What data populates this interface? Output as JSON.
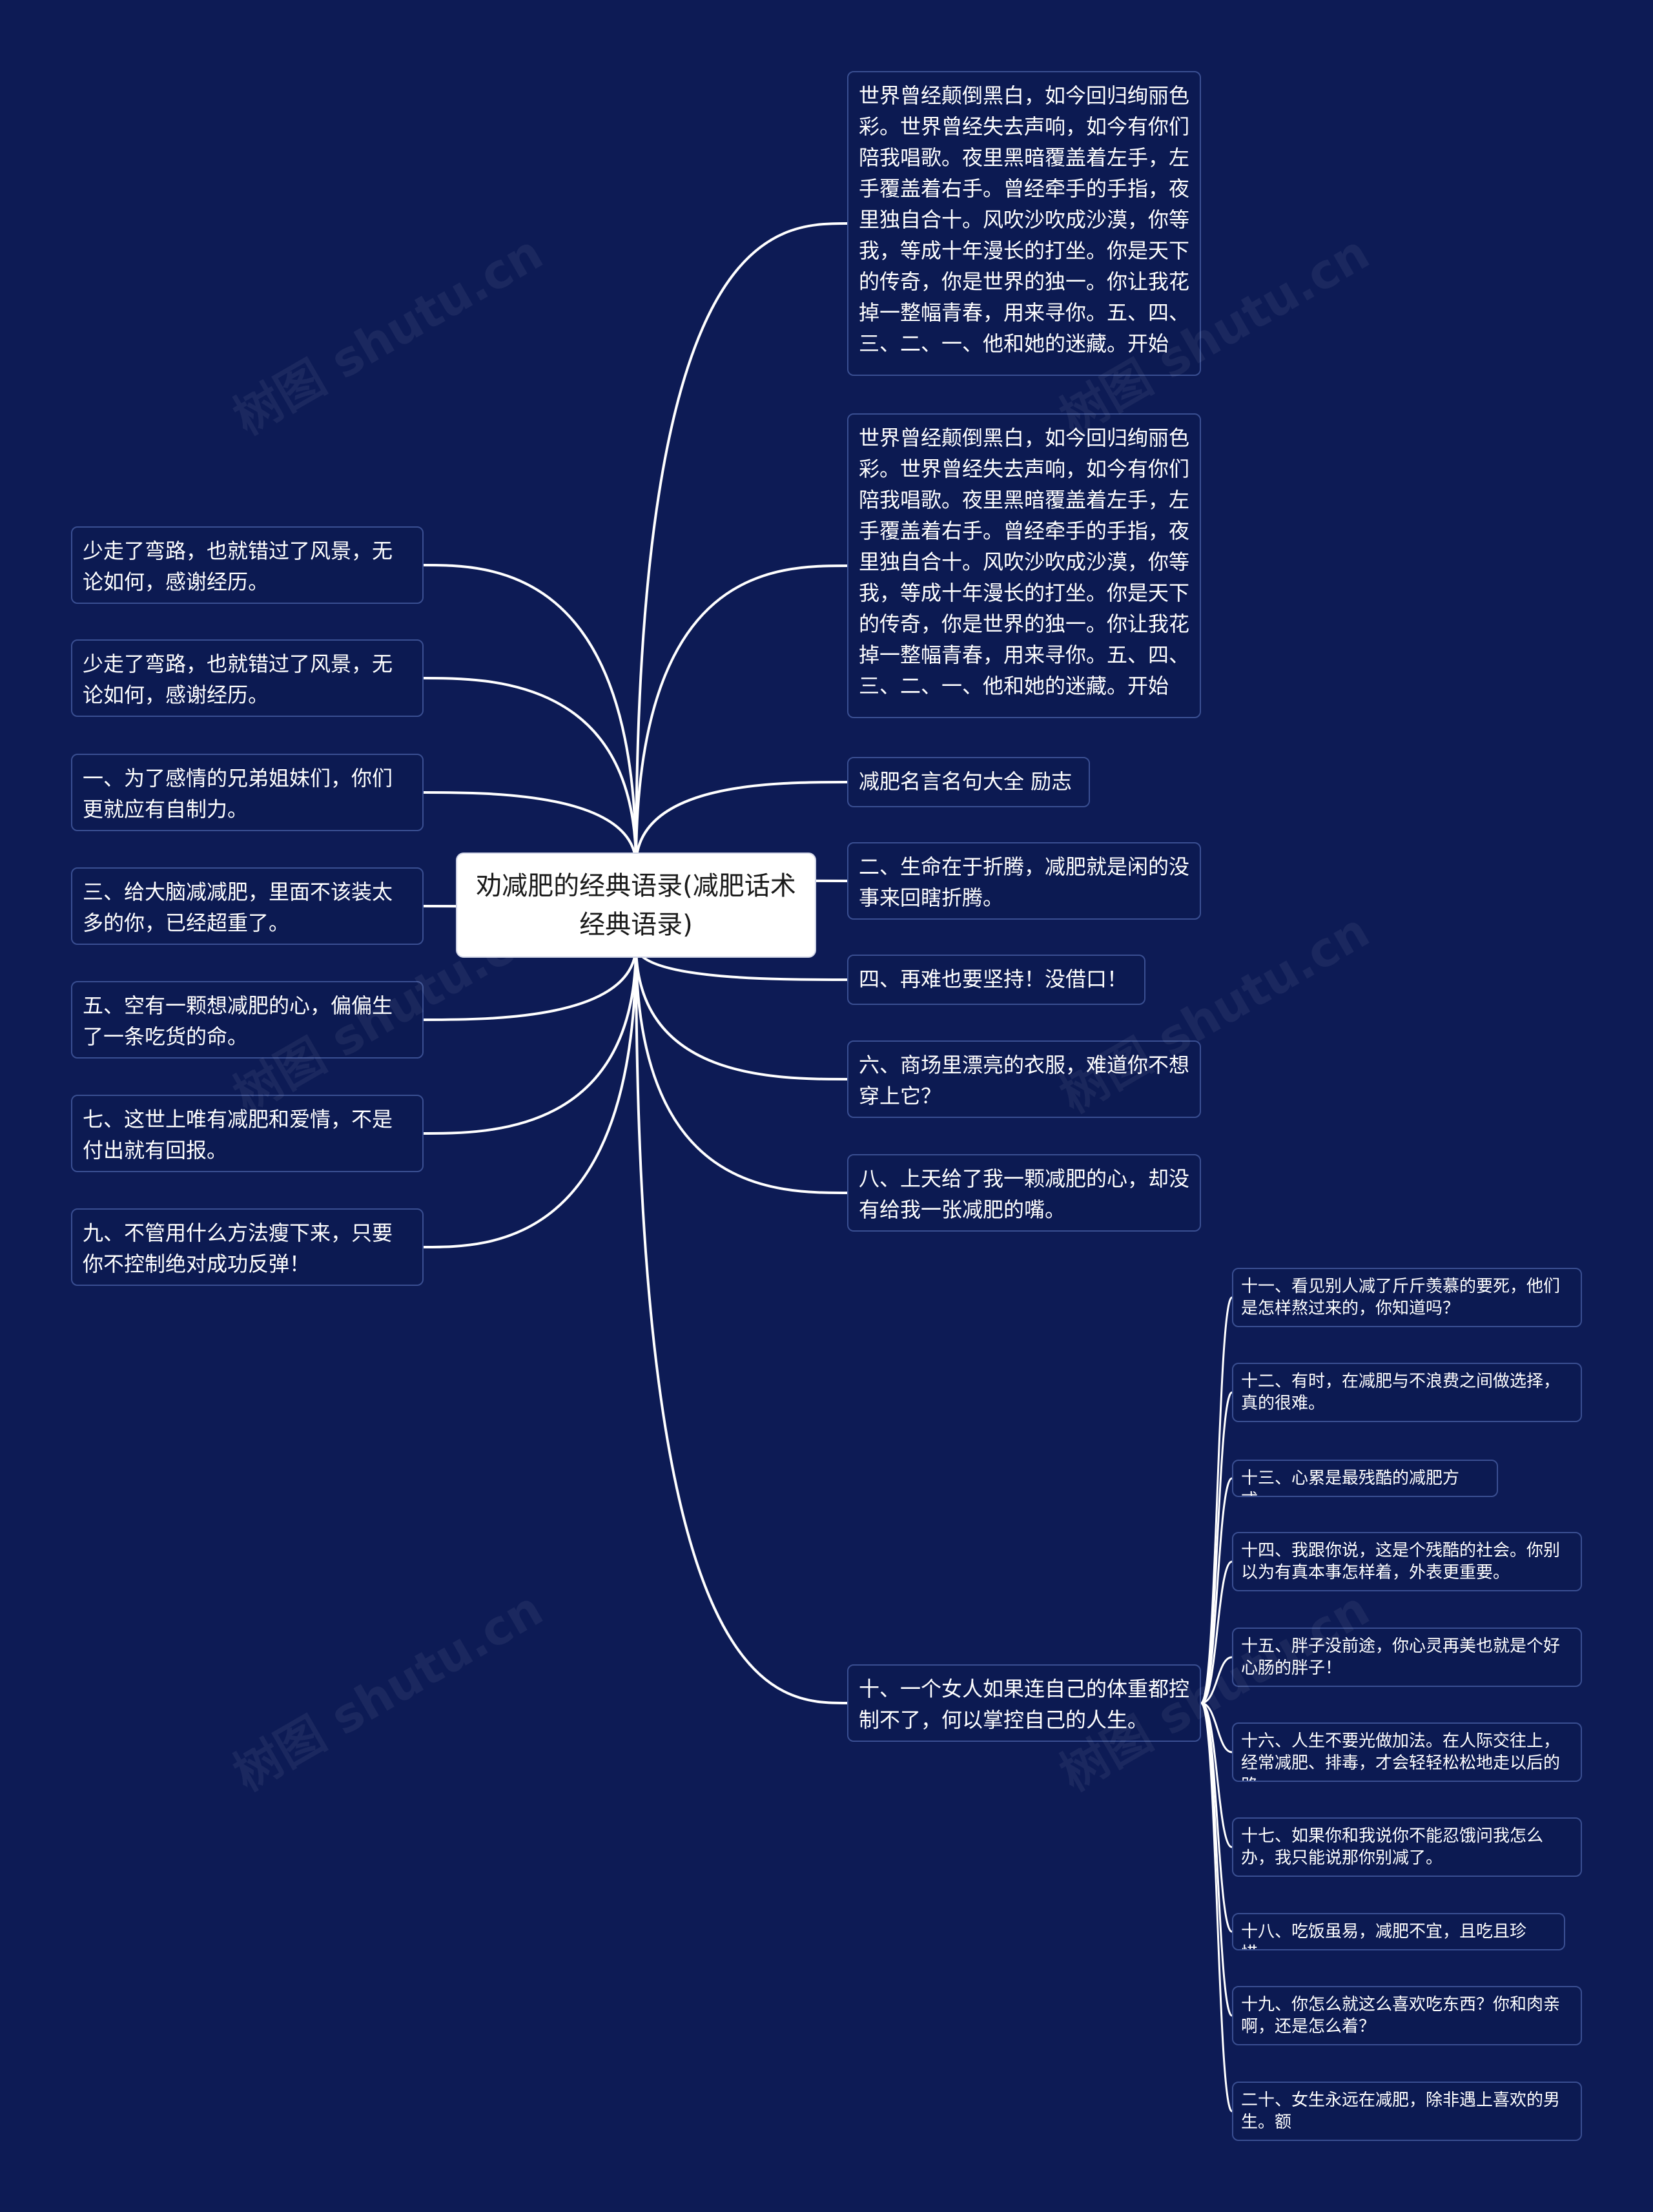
{
  "root": {
    "text": "劝减肥的经典语录(减肥话术经典语录)"
  },
  "left": [
    "少走了弯路，也就错过了风景，无论如何，感谢经历。",
    "少走了弯路，也就错过了风景，无论如何，感谢经历。",
    "一、为了感情的兄弟姐妹们，你们更就应有自制力。",
    "三、给大脑减减肥，里面不该装太多的你，已经超重了。",
    "五、空有一颗想减肥的心，偏偏生了一条吃货的命。",
    "七、这世上唯有减肥和爱情，不是付出就有回报。",
    "九、不管用什么方法瘦下来，只要你不控制绝对成功反弹！"
  ],
  "right": [
    "世界曾经颠倒黑白，如今回归绚丽色彩。世界曾经失去声响，如今有你们陪我唱歌。夜里黑暗覆盖着左手，左手覆盖着右手。曾经牵手的手指，夜里独自合十。风吹沙吹成沙漠，你等我，等成十年漫长的打坐。你是天下的传奇，你是世界的独一。你让我花掉一整幅青春，用来寻你。五、四、三、二、一、他和她的迷藏。开始",
    "世界曾经颠倒黑白，如今回归绚丽色彩。世界曾经失去声响，如今有你们陪我唱歌。夜里黑暗覆盖着左手，左手覆盖着右手。曾经牵手的手指，夜里独自合十。风吹沙吹成沙漠，你等我，等成十年漫长的打坐。你是天下的传奇，你是世界的独一。你让我花掉一整幅青春，用来寻你。五、四、三、二、一、他和她的迷藏。开始",
    "减肥名言名句大全 励志",
    "二、生命在于折腾，减肥就是闲的没事来回瞎折腾。",
    "四、再难也要坚持！没借口！",
    "六、商场里漂亮的衣服，难道你不想穿上它？",
    "八、上天给了我一颗减肥的心，却没有给我一张减肥的嘴。",
    "十、一个女人如果连自己的体重都控制不了，何以掌控自己的人生。"
  ],
  "sub": [
    "十一、看见别人减了斤斤羡慕的要死，他们是怎样熬过来的，你知道吗？",
    "十二、有时，在减肥与不浪费之间做选择，真的很难。",
    "十三、心累是最残酷的减肥方式。",
    "十四、我跟你说，这是个残酷的社会。你别以为有真本事怎样着，外表更重要。",
    "十五、胖子没前途，你心灵再美也就是个好心肠的胖子！",
    "十六、人生不要光做加法。在人际交往上，经常减肥、排毒，才会轻轻松松地走以后的路。",
    "十七、如果你和我说你不能忍饿问我怎么办，我只能说那你别减了。",
    "十八、吃饭虽易，减肥不宜，且吃且珍惜。",
    "十九、你怎么就这么喜欢吃东西？你和肉亲啊，还是怎么着？",
    "二十、女生永远在减肥，除非遇上喜欢的男生。额"
  ],
  "watermark": "树图 shutu.cn",
  "colors": {
    "background": "#0d1b55",
    "line": "#ffffff",
    "node_border": "#3a4f92"
  }
}
